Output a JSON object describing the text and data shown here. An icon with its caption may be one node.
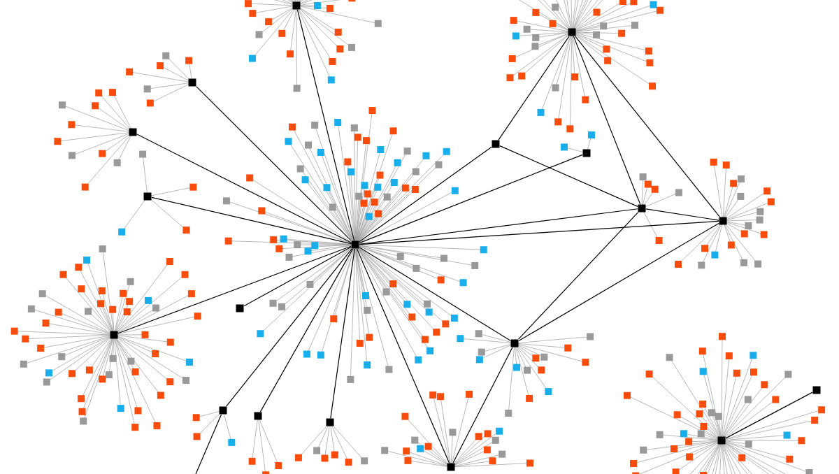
{
  "diagram": {
    "nodes": [
      {
        "text": [],
        "shape": "box"
      },
      {
        "text": [],
        "shape": "box"
      },
      {
        "text": [],
        "shape": "box"
      },
      {
        "text": [],
        "shape": "box"
      },
      {
        "text": [],
        "shape": "box"
      },
      {
        "text": [],
        "shape": "box"
      },
      {
        "text": [],
        "shape": "box"
      },
      {
        "text": [],
        "shape": "box"
      },
      {
        "text": [],
        "shape": "box"
      },
      {
        "text": [],
        "shape": "box"
      },
      {
        "text": [],
        "shape": "box"
      },
      {
        "text": [],
        "shape": "box"
      },
      {
        "text": [],
        "shape": "box"
      },
      {
        "text": [],
        "shape": "box"
      },
      {
        "text": [],
        "shape": "box"
      },
      {
        "text": [],
        "shape": "box"
      },
      {
        "text": [],
        "shape": "box"
      },
      {
        "text": [],
        "shape": "box"
      },
      {
        "text": [],
        "shape": "box"
      }
    ],
    "edges": [
      {
        "from": 0,
        "to": 5,
        "arrow": "none"
      },
      {
        "from": 2,
        "to": 5,
        "arrow": "none"
      },
      {
        "from": 3,
        "to": 5,
        "arrow": "none"
      },
      {
        "from": 4,
        "to": 5,
        "arrow": "none"
      },
      {
        "from": 10,
        "to": 5,
        "arrow": "none"
      },
      {
        "from": 11,
        "to": 5,
        "arrow": "none"
      },
      {
        "from": 5,
        "to": 6,
        "arrow": "none"
      },
      {
        "from": 5,
        "to": 7,
        "arrow": "none"
      },
      {
        "from": 5,
        "to": 8,
        "arrow": "none"
      },
      {
        "from": 5,
        "to": 9,
        "arrow": "none"
      },
      {
        "from": 6,
        "to": 1,
        "arrow": "none"
      },
      {
        "from": 6,
        "to": 8,
        "arrow": "none"
      },
      {
        "from": 1,
        "to": 8,
        "arrow": "none"
      },
      {
        "from": 1,
        "to": 9,
        "arrow": "none"
      },
      {
        "from": 8,
        "to": 9,
        "arrow": "none"
      },
      {
        "from": 12,
        "to": 9,
        "arrow": "none"
      },
      {
        "from": 12,
        "to": 8,
        "arrow": "none"
      },
      {
        "from": 12,
        "to": 5,
        "arrow": "none"
      },
      {
        "from": 13,
        "to": 5,
        "arrow": "none"
      },
      {
        "from": 14,
        "to": 5,
        "arrow": "none"
      },
      {
        "from": 15,
        "to": 5,
        "arrow": "none"
      },
      {
        "from": 16,
        "to": 5,
        "arrow": "none"
      },
      {
        "from": 16,
        "to": 12,
        "arrow": "none"
      },
      {
        "from": 17,
        "to": 18,
        "arrow": "none"
      },
      {
        "from": 13,
        "to": null,
        "arrow": "none"
      }
    ]
  }
}
